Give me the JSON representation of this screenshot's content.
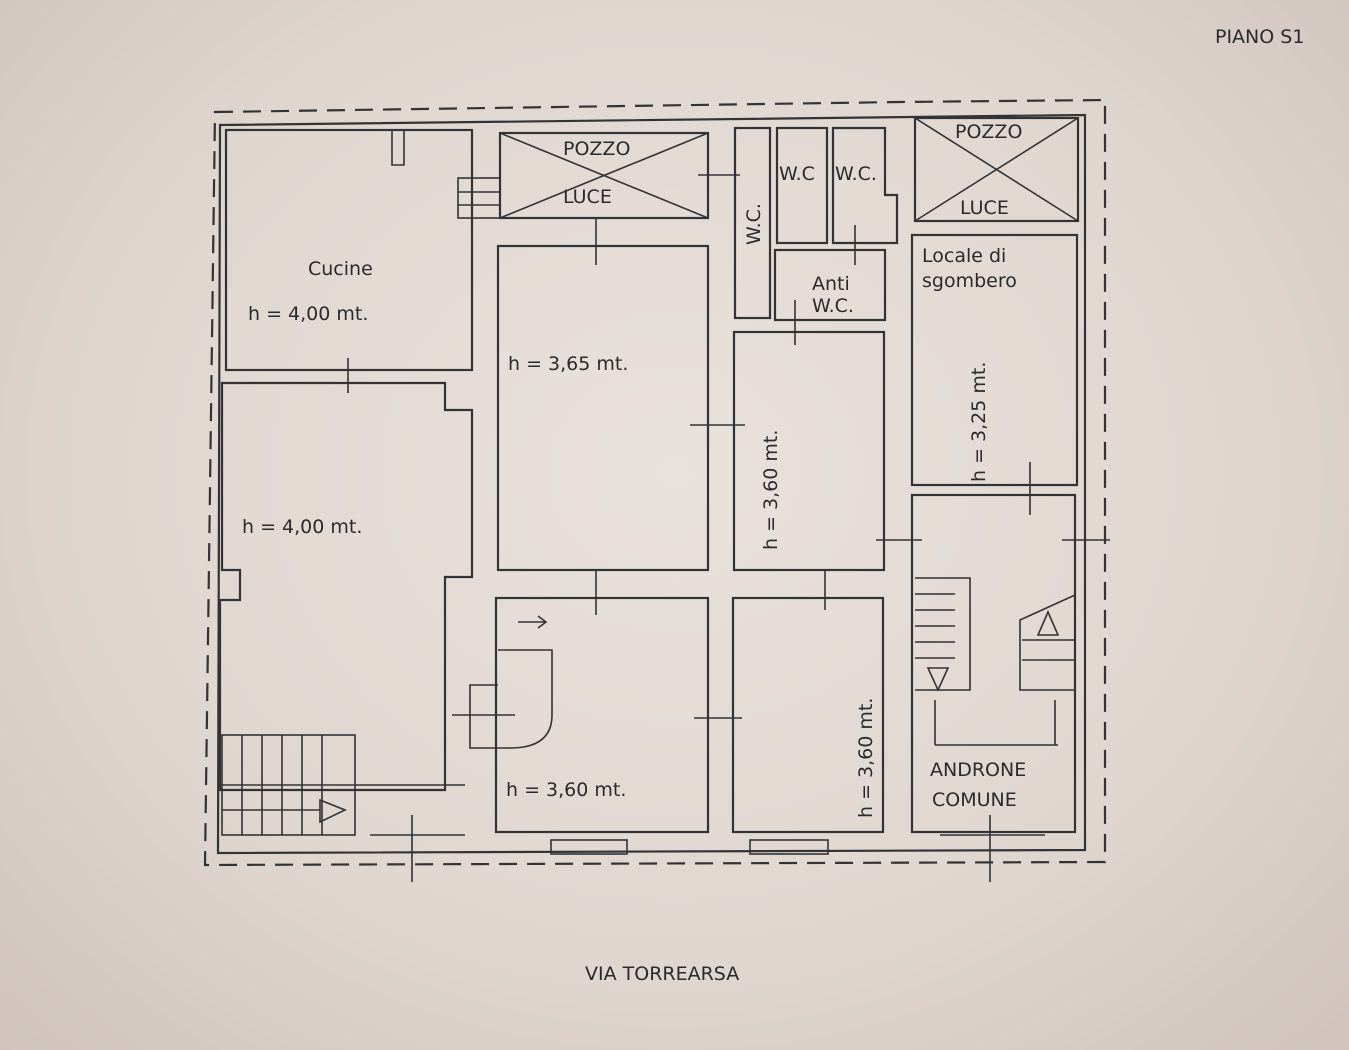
{
  "header": {
    "floor_label": "PIANO S1"
  },
  "footer": {
    "street_label": "VIA TORREARSA"
  },
  "rooms": {
    "cucine": {
      "name": "Cucine",
      "height": "h = 4,00 mt."
    },
    "left_large": {
      "height": "h = 4,00 mt."
    },
    "center_top": {
      "height": "h = 3,65 mt."
    },
    "center_bottom": {
      "height": "h = 3,60 mt."
    },
    "right_top": {
      "height": "h = 3,60 mt."
    },
    "right_bottom": {
      "height": "h = 3,60 mt."
    },
    "sgombero": {
      "name_line1": "Locale di",
      "name_line2": "sgombero",
      "height": "h = 3,25 mt."
    },
    "pozzo_luce_1": {
      "top": "POZZO",
      "bottom": "LUCE"
    },
    "pozzo_luce_2": {
      "top": "POZZO",
      "bottom": "LUCE"
    },
    "wc_vertical": {
      "name": "W.C."
    },
    "wc_a": {
      "name": "W.C"
    },
    "wc_b": {
      "name": "W.C."
    },
    "anti_wc": {
      "line1": "Anti",
      "line2": "W.C."
    },
    "androne": {
      "line1": "ANDRONE",
      "line2": "COMUNE"
    }
  }
}
